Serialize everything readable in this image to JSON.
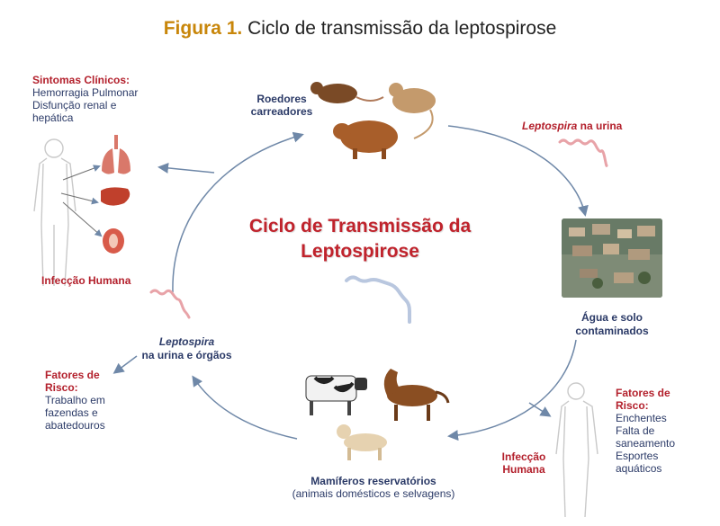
{
  "figure": {
    "number": "Figura 1.",
    "title": "Ciclo de transmissão da leptospirose"
  },
  "center_title": {
    "line1": "Ciclo de Transmissão da",
    "line2": "Leptospirose"
  },
  "rodents": {
    "label_line1": "Roedores",
    "label_line2": "carreadores"
  },
  "urine_top": {
    "italic": "Leptospira",
    "rest": " na urina"
  },
  "water": {
    "line1": "Água e solo",
    "line2": "contaminados"
  },
  "risk_right": {
    "title_line1": "Fatores de",
    "title_line2": "Risco:",
    "items": [
      "Enchentes",
      "Falta de",
      "saneamento",
      "Esportes",
      "aquáticos"
    ]
  },
  "infection_right": {
    "line1": "Infecção",
    "line2": "Humana"
  },
  "mammals": {
    "label": "Mamíferos reservatórios",
    "sublabel": "(animais domésticos e selvagens)"
  },
  "urine_left": {
    "italic": "Leptospira",
    "line2": "na urina e órgãos"
  },
  "risk_left": {
    "title_line1": "Fatores de",
    "title_line2": "Risco:",
    "items": [
      "Trabalho em",
      "fazendas e",
      "abatedouros"
    ]
  },
  "infection_left": "Infecção Humana",
  "symptoms": {
    "title": "Sintomas Clínicos:",
    "items": [
      "Hemorragia Pulmonar",
      "Disfunção renal e",
      "hepática"
    ]
  },
  "colors": {
    "accent_red": "#b3202c",
    "label_navy": "#2b3a67",
    "arrow": "#6f88a8",
    "figure_number": "#c8860a"
  }
}
